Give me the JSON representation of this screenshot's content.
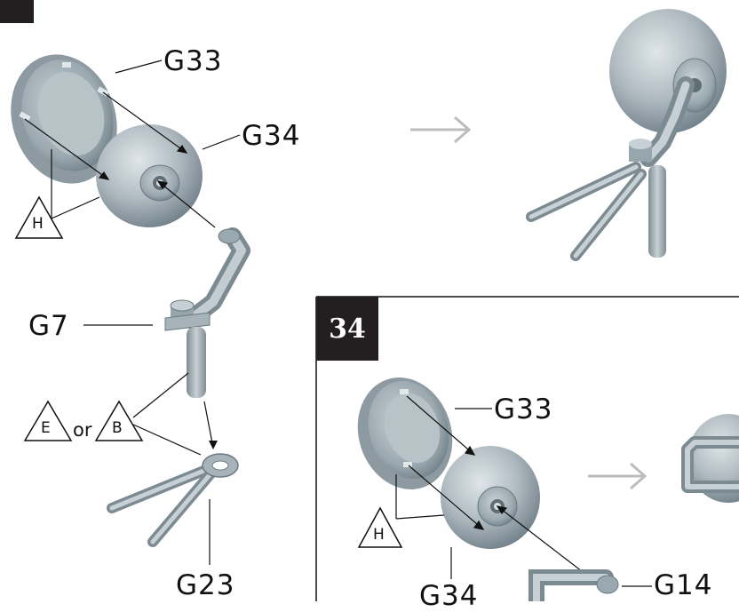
{
  "steps": {
    "previous_number": "",
    "current_number": "34"
  },
  "labels": {
    "g33_top": "G33",
    "g34_top": "G34",
    "g7": "G7",
    "g23": "G23",
    "g33_bottom": "G33",
    "g34_bottom": "G34",
    "g14": "G14",
    "or_word": "or"
  },
  "tri_markers": {
    "h_top": "H",
    "e": "E",
    "b": "B",
    "h_bottom": "H"
  },
  "colors": {
    "part_fill": "#a9b6bd",
    "part_dark": "#7d8c95",
    "part_light": "#d3dcdf",
    "flow_arrow": "#bcbcbc",
    "badge": "#231f20"
  }
}
